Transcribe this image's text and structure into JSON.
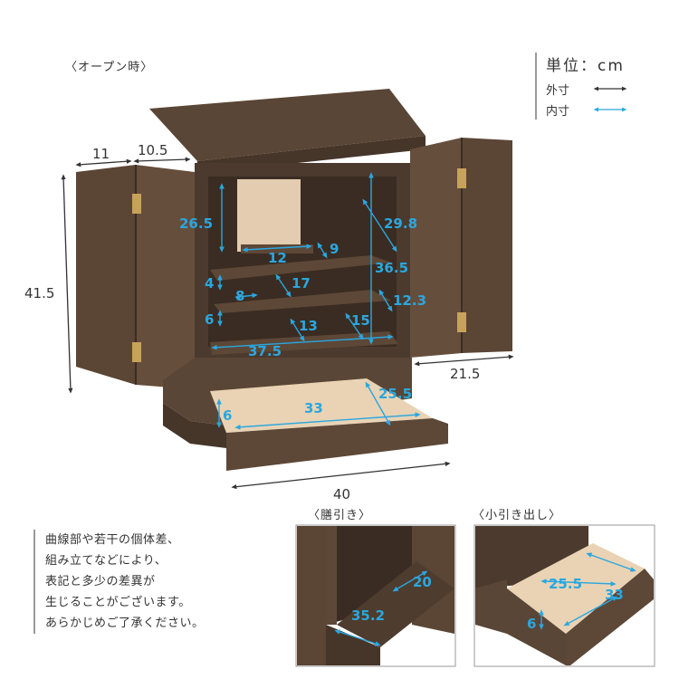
{
  "captions": {
    "open": "〈オープン時〉",
    "zen": "〈膳引き〉",
    "kohiki": "〈小引き出し〉"
  },
  "legend": {
    "unit": "単位：cm",
    "outer": "外寸",
    "inner": "内寸",
    "outer_color": "#333333",
    "inner_color": "#2aa7e0"
  },
  "outer_dims": {
    "door_left": "11",
    "door_right": "10.5",
    "height": "41.5",
    "depth": "21.5",
    "width": "40"
  },
  "inner_dims": {
    "top_height": "26.5",
    "top_diag": "29.8",
    "full_height": "36.5",
    "small_step_w": "12",
    "small_step_d": "9",
    "step1_h": "4",
    "step1_w": "8",
    "step1_d": "17",
    "step_side": "12.3",
    "step2_h": "6",
    "step2_w": "13",
    "step2_d": "15",
    "base_w": "37.5",
    "drawer_h": "6",
    "drawer_w": "33",
    "drawer_d": "25.5",
    "zen_d": "20",
    "zen_w": "35.2",
    "kohiki_d": "25.5",
    "kohiki_w": "33",
    "kohiki_h": "6"
  },
  "note_lines": [
    "曲線部や若干の個体差、",
    "組み立てなどにより、",
    "表記と多少の差異が",
    "生じることがございます。",
    "あらかじめご了承ください。"
  ]
}
